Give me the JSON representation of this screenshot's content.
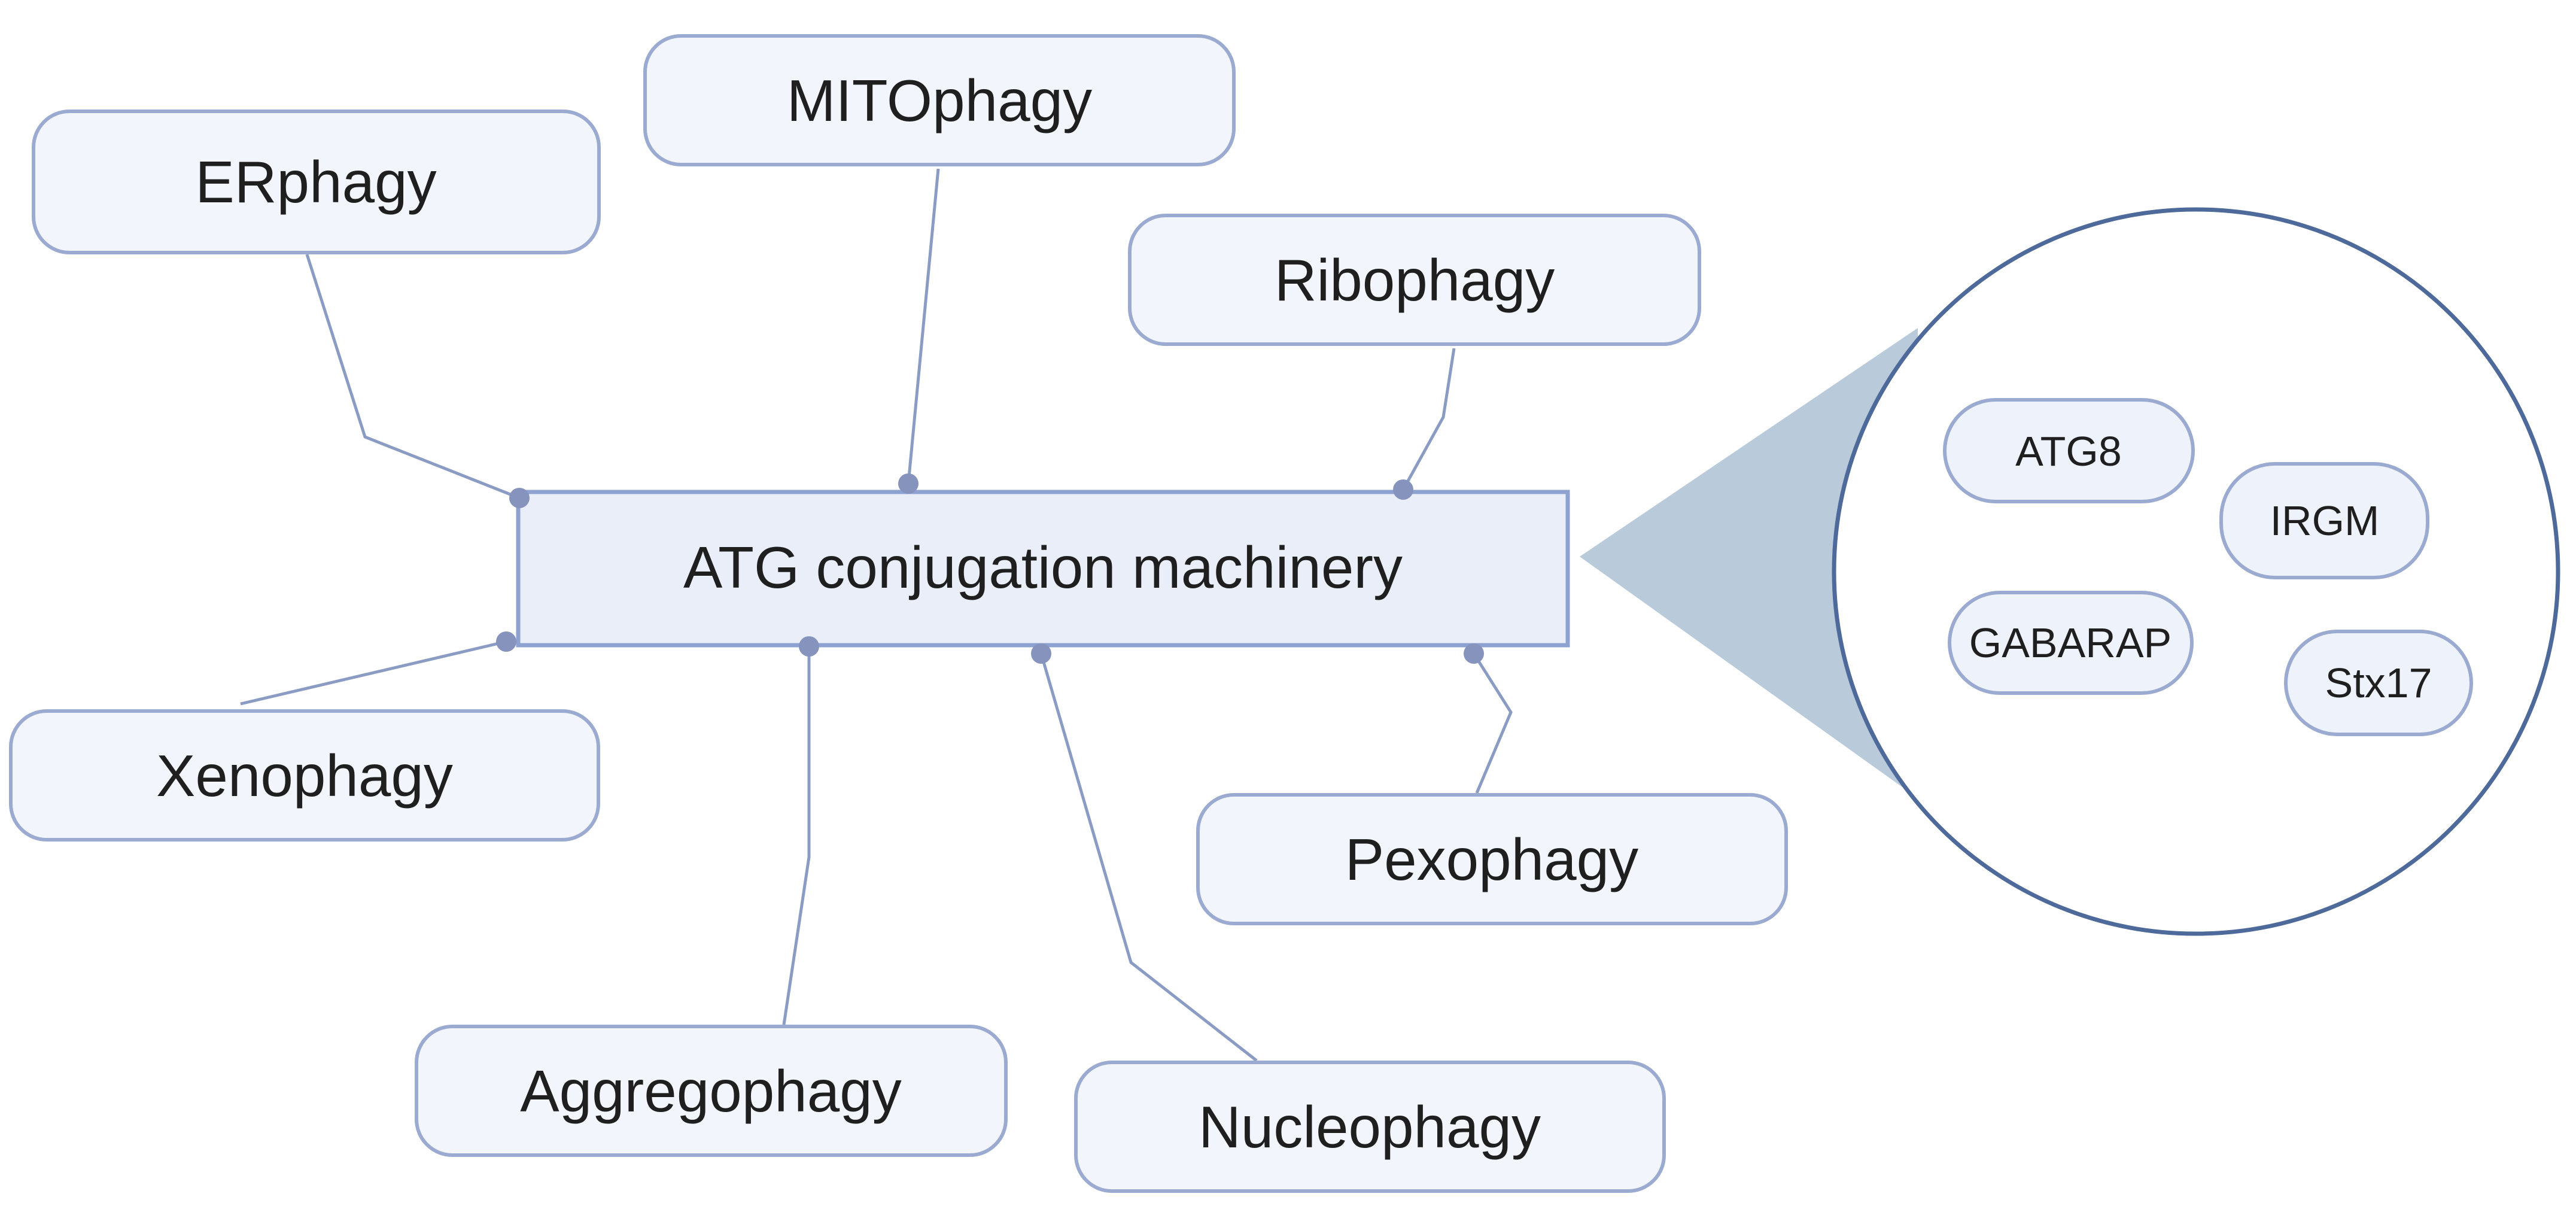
{
  "central": {
    "label": "ATG conjugation machinery"
  },
  "selective_types": [
    {
      "id": "erphagy",
      "label": "ERphagy"
    },
    {
      "id": "mitophagy",
      "label": "MITOphagy"
    },
    {
      "id": "ribophagy",
      "label": "Ribophagy"
    },
    {
      "id": "xenophagy",
      "label": "Xenophagy"
    },
    {
      "id": "aggregophagy",
      "label": "Aggregophagy"
    },
    {
      "id": "nucleophagy",
      "label": "Nucleophagy"
    },
    {
      "id": "pexophagy",
      "label": "Pexophagy"
    }
  ],
  "zoom_components": [
    {
      "id": "atg8",
      "label": "ATG8"
    },
    {
      "id": "irgm",
      "label": "IRGM"
    },
    {
      "id": "gabarap",
      "label": "GABARAP"
    },
    {
      "id": "stx17",
      "label": "Stx17"
    }
  ],
  "colors": {
    "box_fill": "#f2f5fb",
    "box_stroke": "#9aaad0",
    "connector": "#8a9bc4",
    "callout": "#b9cadb",
    "circle_stroke": "#4d6a9a"
  }
}
